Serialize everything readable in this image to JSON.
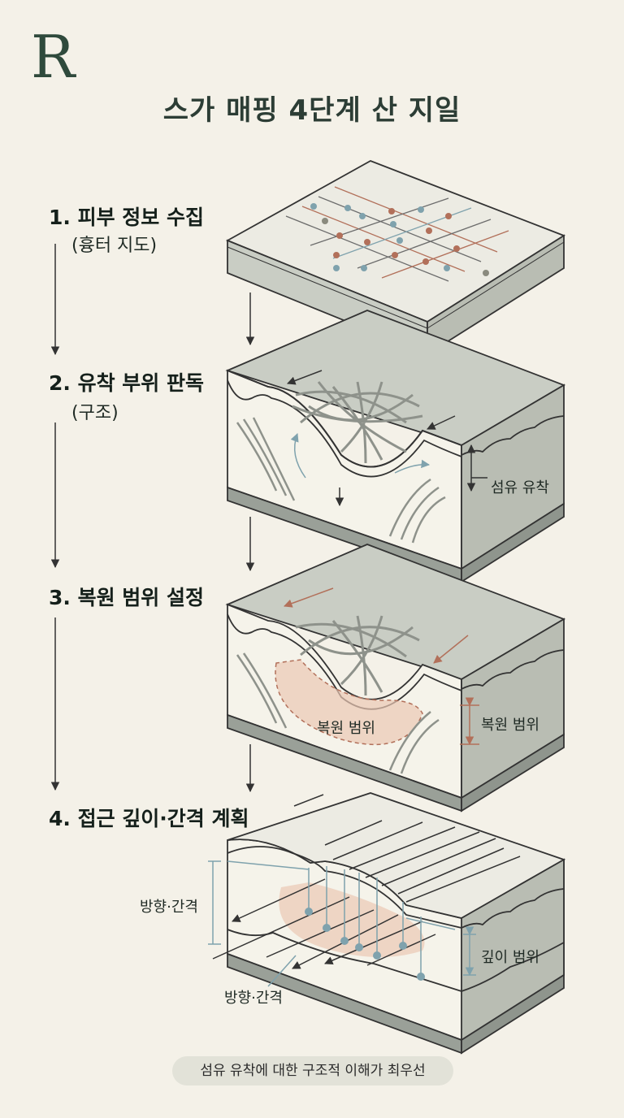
{
  "logo": "R",
  "title": "스가 매핑 4단계 산 지일",
  "steps": [
    {
      "label": "1. 피부 정보 수집",
      "sub": "(흉터 지도)"
    },
    {
      "label": "2. 유착 부위 판독",
      "sub": "(구조)"
    },
    {
      "label": "3. 복원 범위 설정",
      "sub": ""
    },
    {
      "label": "4. 접근 깊이·간격 계획",
      "sub": ""
    }
  ],
  "annotations": {
    "adhesion": "섬유 유착",
    "restore_inner": "복원 범위",
    "restore_side": "복원 범위",
    "direction_left": "방향·간격",
    "direction_bottom": "방향·간격",
    "depth": "깊이 범위"
  },
  "footer": "섬유 유착에 대한 구조적 이해가 최우선",
  "colors": {
    "background": "#f4f1e8",
    "block": "#c9cdc4",
    "accent": "#b2705a",
    "blue": "#7fa2ad",
    "ink": "#2c3d35"
  }
}
